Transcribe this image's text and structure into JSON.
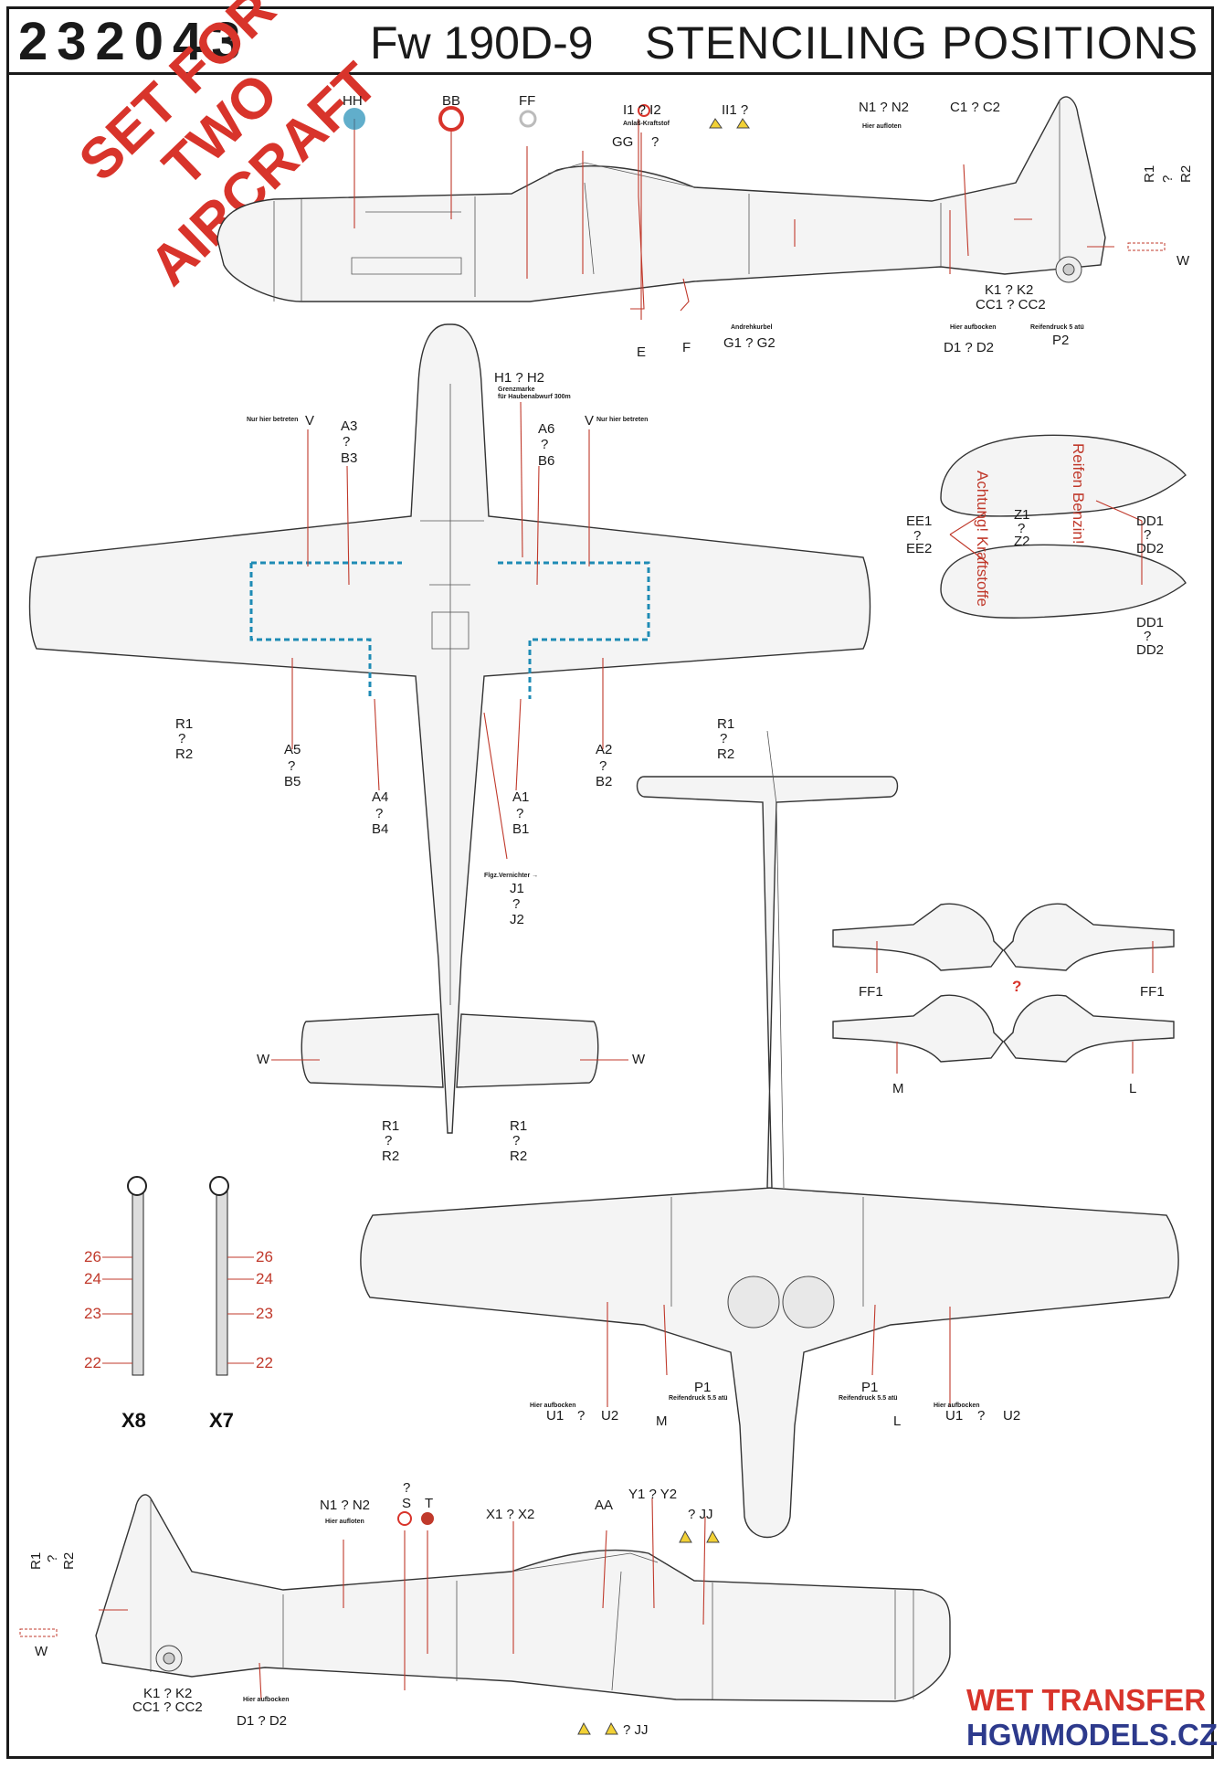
{
  "header": {
    "code": "232043",
    "model": "Fw 190D-9",
    "title": "STENCILING POSITIONS"
  },
  "badge": {
    "line1": "SET FOR",
    "line2": "TWO AIRCRAFT"
  },
  "footer": {
    "wet": "WET TRANSFER",
    "site": "HGWMODELS.CZ"
  },
  "stencils": {
    "hh": "HH",
    "bb": "BB",
    "ff": "FF",
    "i1i2": "I1 ? I2",
    "gg": "GG",
    "gg_q": "?",
    "ii1": "II1 ?",
    "anlass": "Anlaß-Kraftstof",
    "n1n2_top": "N1 ? N2",
    "hier_aufloten": "Hier aufloten",
    "c1c2": "C1 ? C2",
    "r1": "R1",
    "q": "?",
    "r2": "R2",
    "w": "W",
    "k1k2": "K1 ? K2",
    "cc1cc2": "CC1 ? CC2",
    "reifendruck_top": "Reifendruck 5 atü",
    "p2": "P2",
    "hier_aufbocken": "Hier aufbocken",
    "d1d2": "D1 ? D2",
    "andrehkurbel": "Andrehkurbel",
    "g1g2": "G1 ? G2",
    "e": "E",
    "f": "F",
    "h1h2": "H1 ? H2",
    "grenzmarke": "Grenzmarke",
    "haubenabwurf": "für Haubenabwurf 300m",
    "nur_hier": "Nur hier betreten",
    "v": "V",
    "a3": "A3",
    "b3": "B3",
    "a6": "A6",
    "b6": "B6",
    "a5": "A5",
    "b5": "B5",
    "a4": "A4",
    "b4": "B4",
    "a1": "A1",
    "b1": "B1",
    "a2": "A2",
    "b2": "B2",
    "flgz": "Flgz.Vernichter →",
    "j1": "J1",
    "j2": "J2",
    "ee1": "EE1",
    "ee2": "EE2",
    "z1": "Z1",
    "z2": "Z2",
    "dd1": "DD1",
    "dd2": "DD2",
    "ff1": "FF1",
    "m": "M",
    "l": "L",
    "center_q": "?",
    "p1": "P1",
    "reifendruck": "Reifendruck 5.5 atü",
    "u1": "U1",
    "u2": "U2",
    "n26": "26",
    "n24": "24",
    "n23": "23",
    "n22": "22",
    "x8": "X8",
    "x7": "X7",
    "s": "S",
    "t": "T",
    "x1x2": "X1 ? X2",
    "aa": "AA",
    "y1y2": "Y1 ? Y2",
    "jj": "? JJ",
    "drop_tank_1": "Achtung! Kraftstoffe",
    "drop_tank_2": "Reifen Benzin!"
  },
  "colors": {
    "accent_red": "#d8342b",
    "brand_blue": "#2d3a8c",
    "stencil_blue": "#1e8bb5",
    "line": "#1a1a1a"
  }
}
